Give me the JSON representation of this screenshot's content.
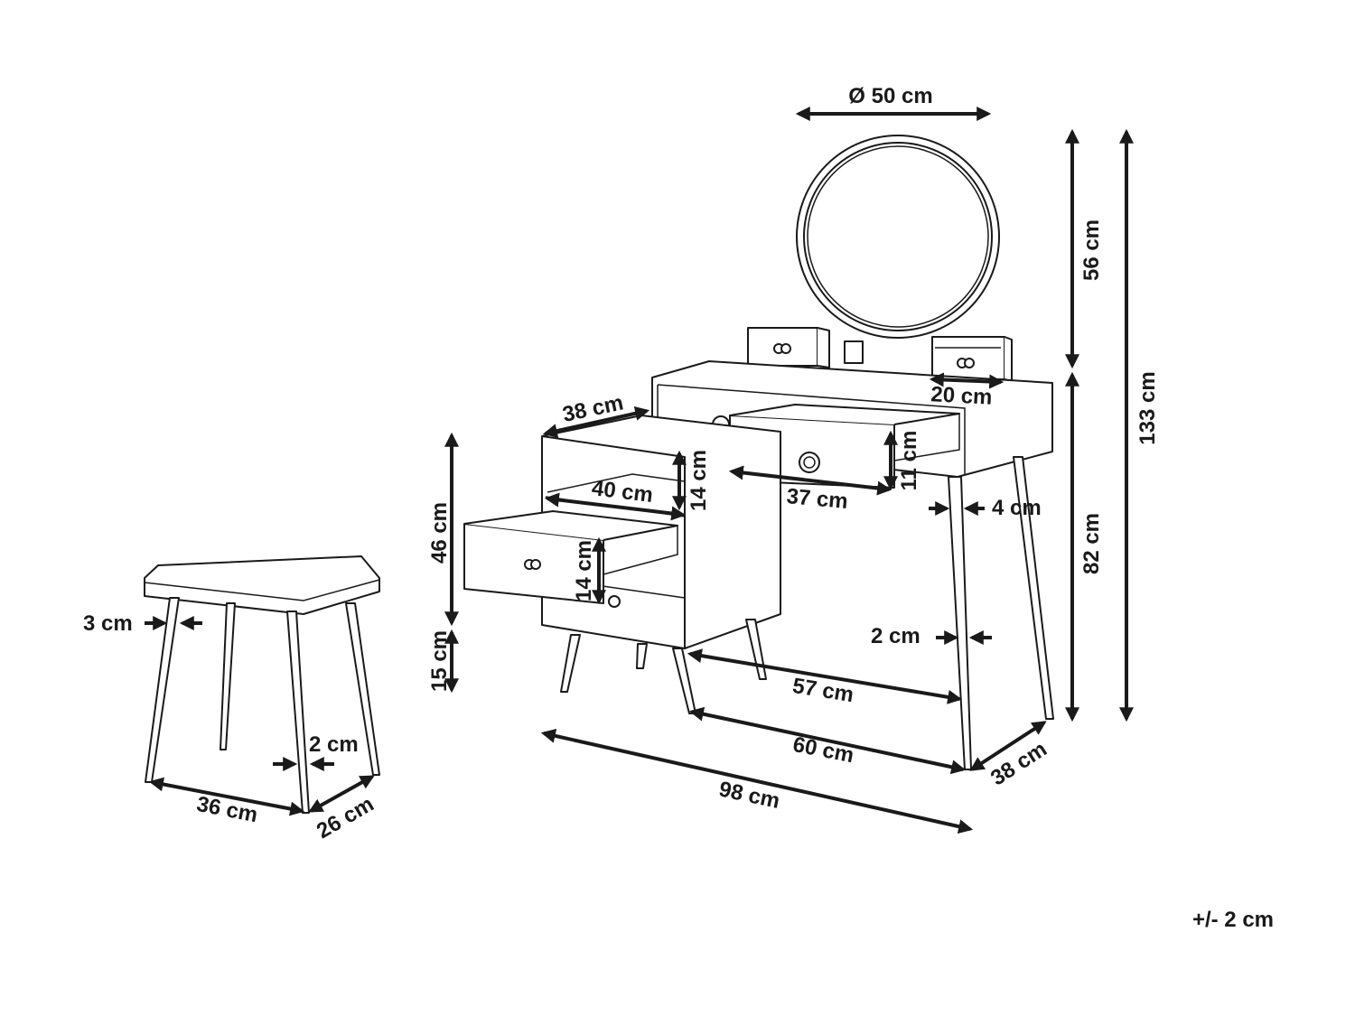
{
  "colors": {
    "ink": "#1a1a1a",
    "background": "#ffffff"
  },
  "dimensions": {
    "mirror_diameter": "Ø 50 cm",
    "mirror_height": "56 cm",
    "total_height": "133 cm",
    "table_height": "82 cm",
    "small_drawer_width": "20 cm",
    "side_depth": "38 cm",
    "drawer_top_height": "14 cm",
    "shelf_width": "40 cm",
    "cabinet_height": "46 cm",
    "drawer_left_height": "14 cm",
    "leg_height_cabinet": "15 cm",
    "drawer_main_width": "37 cm",
    "drawer_main_height": "11 cm",
    "leg_top_width": "4 cm",
    "leg_bottom_width": "2 cm",
    "leg_span": "57 cm",
    "desk_width_right": "60 cm",
    "desk_depth": "38 cm",
    "total_width": "98 cm",
    "stool_leg_top": "3 cm",
    "stool_leg_bottom": "2 cm",
    "stool_width": "36 cm",
    "stool_depth": "26 cm"
  },
  "tolerance": "+/- 2 cm"
}
